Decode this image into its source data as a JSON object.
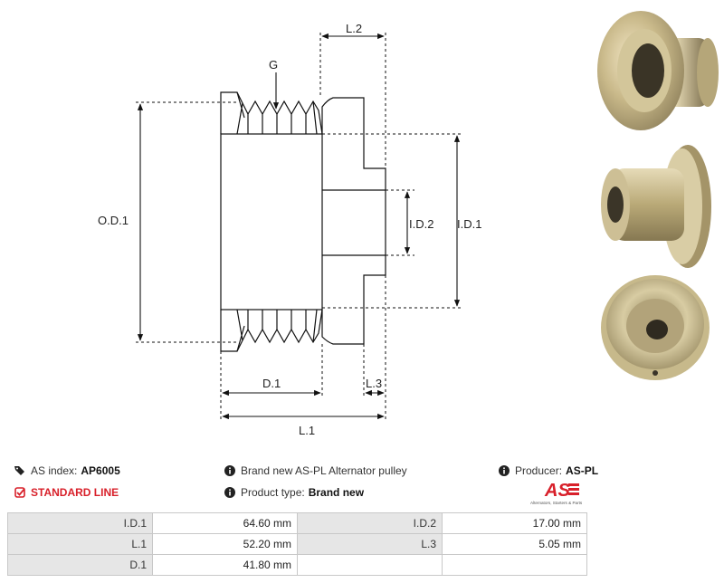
{
  "drawing": {
    "labels": {
      "l2": "L.2",
      "g": "G",
      "od1": "O.D.1",
      "id2": "I.D.2",
      "id1": "I.D.1",
      "d1": "D.1",
      "l3": "L.3",
      "l1": "L.1"
    }
  },
  "photos": [
    {
      "name": "pulley-photo-top"
    },
    {
      "name": "pulley-photo-middle"
    },
    {
      "name": "pulley-photo-bottom"
    }
  ],
  "info": {
    "as_index_label": "AS index:",
    "as_index_value": "AP6005",
    "line_label": "STANDARD LINE",
    "description": "Brand new AS-PL Alternator pulley",
    "product_type_label": "Product type:",
    "product_type_value": "Brand new",
    "producer_label": "Producer:",
    "producer_value": "AS-PL"
  },
  "logo": {
    "text": "AS",
    "tagline": "Alternators, Starters & Parts"
  },
  "colors": {
    "accent_red": "#d8202a",
    "header_cell": "#e6e6e6",
    "line": "#111111"
  },
  "specs": [
    {
      "label1": "I.D.1",
      "value1": "64.60 mm",
      "label2": "I.D.2",
      "value2": "17.00 mm"
    },
    {
      "label1": "L.1",
      "value1": "52.20 mm",
      "label2": "L.3",
      "value2": "5.05 mm"
    },
    {
      "label1": "D.1",
      "value1": "41.80 mm",
      "label2": "",
      "value2": ""
    }
  ]
}
